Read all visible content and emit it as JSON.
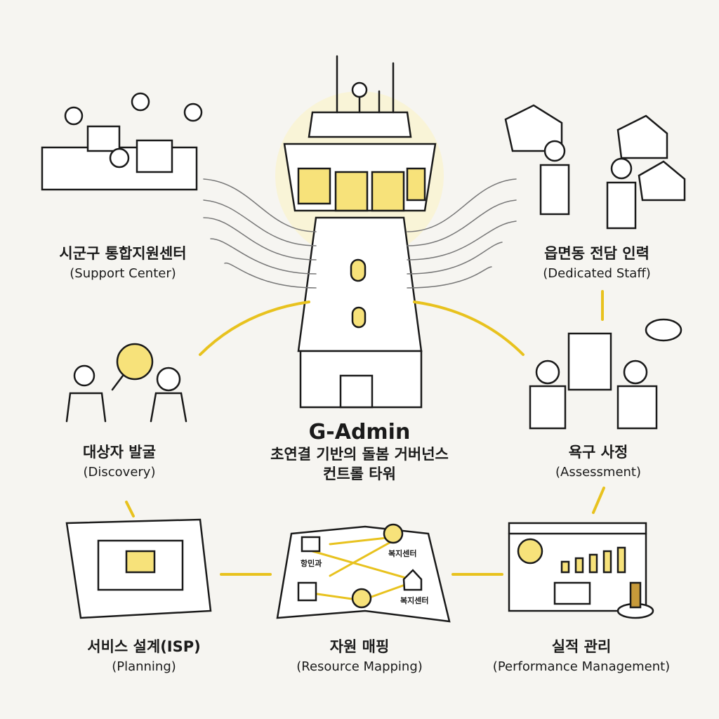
{
  "center": {
    "title": "G-Admin",
    "subtitle_line1": "초연결 기반의 돌봄 거버넌스",
    "subtitle_line2": "컨트롤 타워"
  },
  "nodes": [
    {
      "ko": "시군구 통합지원센터",
      "en": "(Support Center)"
    },
    {
      "ko": "읍면동 전담 인력",
      "en": "(Dedicated Staff)"
    },
    {
      "ko": "대상자 발굴",
      "en": "(Discovery)"
    },
    {
      "ko": "욕구 사정",
      "en": "(Assessment)"
    },
    {
      "ko": "서비스 설계(ISP)",
      "en": "(Planning)"
    },
    {
      "ko": "자원 매핑",
      "en": "(Resource Mapping)"
    },
    {
      "ko": "실적 관리",
      "en": "(Performance Management)"
    }
  ],
  "map_labels": [
    "항민과",
    "복지센터",
    "복지센터"
  ],
  "colors": {
    "accent": "#e8c21e",
    "glow": "#f7e27a",
    "ink": "#1a1a1a",
    "paper": "#f6f5f1"
  }
}
